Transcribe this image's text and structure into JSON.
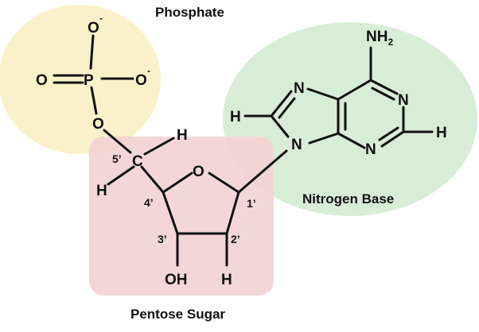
{
  "labels": {
    "phosphate": "Phosphate",
    "nitrogen_base": "Nitrogen Base",
    "pentose_sugar": "Pentose Sugar"
  },
  "atoms": {
    "phosphorus": "P",
    "oxygen": "O",
    "nitrogen": "N",
    "carbon": "C",
    "hydrogen": "H",
    "hydroxyl": "OH",
    "amine_n": "NH",
    "amine_sub": "2",
    "charge": "-"
  },
  "locants": {
    "c1": "1’",
    "c2": "2’",
    "c3": "3’",
    "c4": "4’",
    "c5": "5’"
  },
  "colors": {
    "phosphate_region": "#f8f1c9",
    "sugar_region": "#f2d2d3",
    "base_region": "#d9ecd7",
    "ink": "#111111"
  }
}
